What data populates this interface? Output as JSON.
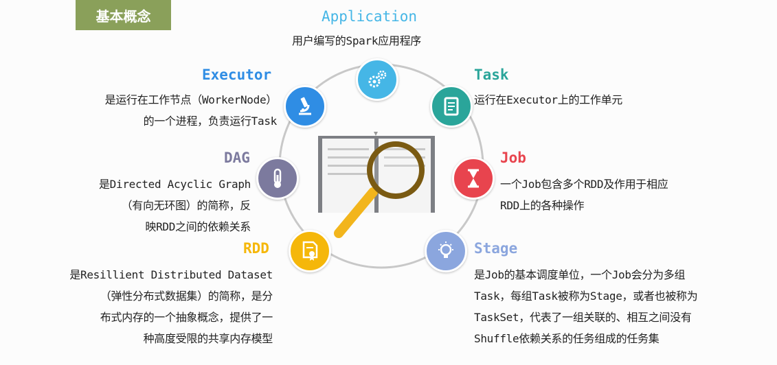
{
  "header": {
    "badge": "基本概念"
  },
  "application": {
    "title": "Application",
    "desc": "用户编写的Spark应用程序",
    "color": "#45b6e6"
  },
  "executor": {
    "title": "Executor",
    "lines": [
      "是运行在工作节点（WorkerNode）",
      "的一个进程，负责运行Task"
    ],
    "color": "#2f8de4"
  },
  "task": {
    "title": "Task",
    "lines": [
      "运行在Executor上的工作单元"
    ],
    "color": "#2aa59a"
  },
  "dag": {
    "title": "DAG",
    "lines": [
      "是Directed Acyclic Graph",
      "（有向无环图）的简称，反",
      "映RDD之间的依赖关系"
    ],
    "color": "#7c7a9e"
  },
  "job": {
    "title": "Job",
    "lines": [
      "一个Job包含多个RDD及作用于相应",
      "RDD上的各种操作"
    ],
    "color": "#e8444e"
  },
  "rdd": {
    "title": "RDD",
    "lines": [
      "是Resillient Distributed Dataset",
      "（弹性分布式数据集）的简称，是分",
      "布式内存的一个抽象概念，提供了一",
      "种高度受限的共享内存模型"
    ],
    "color": "#f5b70a"
  },
  "stage": {
    "title": "Stage",
    "lines": [
      "是Job的基本调度单位，一个Job会分为多组",
      "Task，每组Task被称为Stage，或者也被称为",
      "TaskSet，代表了一组关联的、相互之间没有",
      "Shuffle依赖关系的任务组成的任务集"
    ],
    "color": "#8ba6de"
  },
  "icons": {
    "application": "gears-icon",
    "executor": "microscope-icon",
    "task": "notebook-icon",
    "dag": "thermometer-icon",
    "job": "hourglass-icon",
    "rdd": "certificate-icon",
    "stage": "lightbulb-icon",
    "center": "magnifier-book-icon"
  }
}
